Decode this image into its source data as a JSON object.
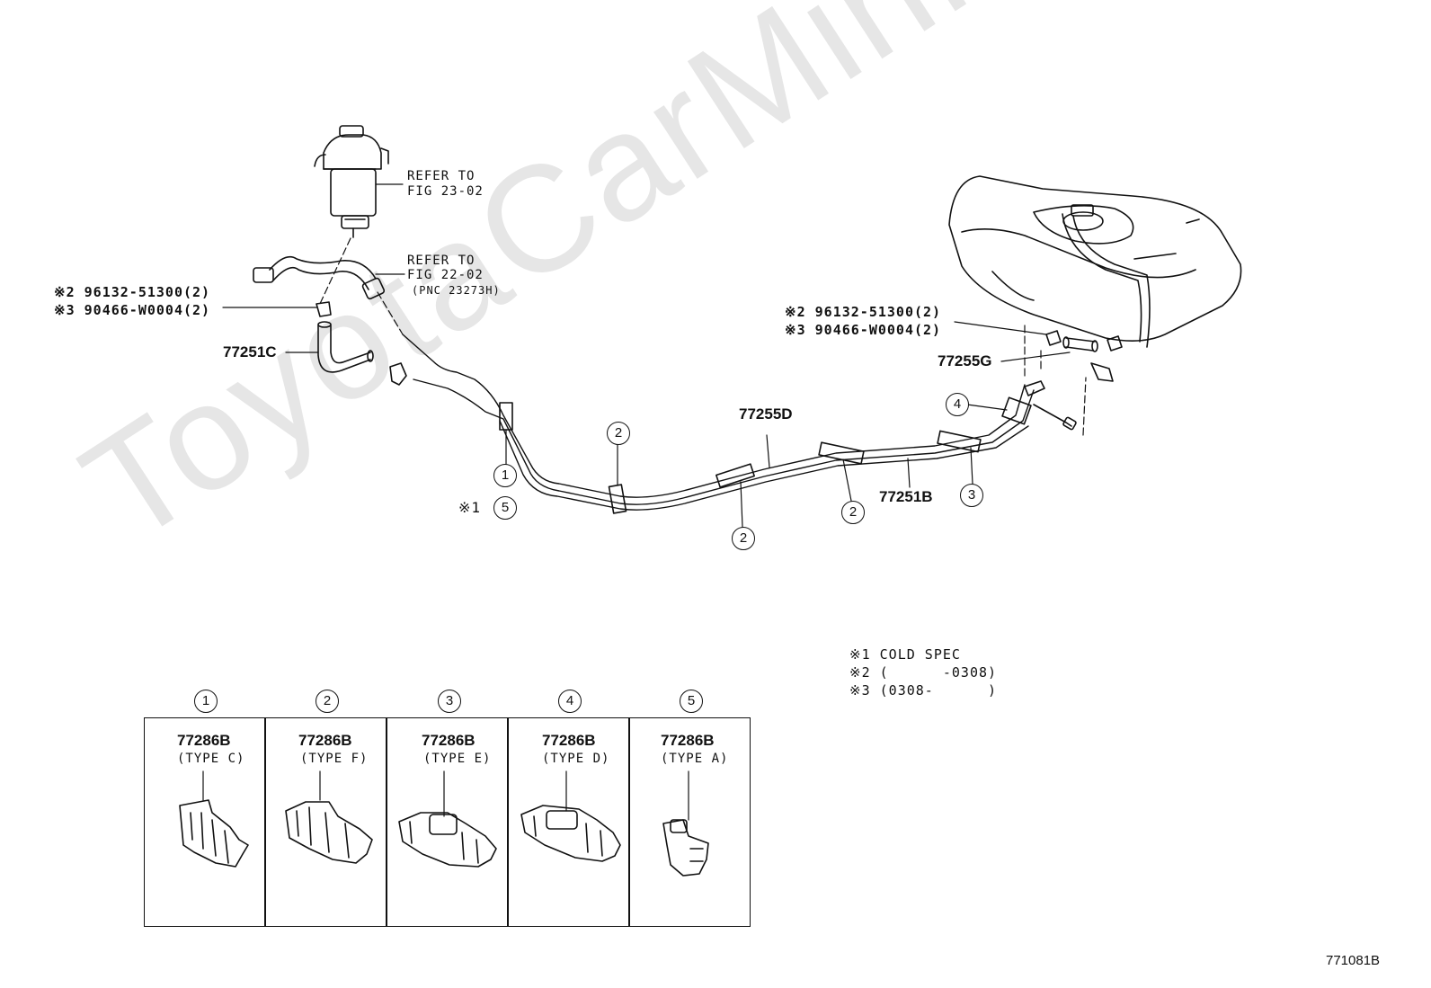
{
  "watermark": "ToyotaCarMini.ru",
  "diagram_id": "771081B",
  "refer_labels": [
    {
      "line1": "REFER TO",
      "line2": "FIG 23-02"
    },
    {
      "line1": "REFER TO",
      "line2": "FIG 22-02",
      "line3": "(PNC 23273H)"
    }
  ],
  "left_callouts": {
    "line1": "※2 96132-51300(2)",
    "line2": "※3 90466-W0004(2)"
  },
  "right_callouts": {
    "line1": "※2 96132-51300(2)",
    "line2": "※3 90466-W0004(2)"
  },
  "part_labels": {
    "p77251C": "77251C",
    "p77255D": "77255D",
    "p77255G": "77255G",
    "p77251B": "77251B"
  },
  "cold_spec_prefix": "※1",
  "circle_numbers": [
    "1",
    "2",
    "3",
    "4",
    "5"
  ],
  "notes": [
    "※1 COLD SPEC",
    "※2 (      -0308)",
    "※3 (0308-      )"
  ],
  "clamp_boxes": [
    {
      "num": "1",
      "part": "77286B",
      "type": "(TYPE C)"
    },
    {
      "num": "2",
      "part": "77286B",
      "type": "(TYPE F)"
    },
    {
      "num": "3",
      "part": "77286B",
      "type": "(TYPE E)"
    },
    {
      "num": "4",
      "part": "77286B",
      "type": "(TYPE D)"
    },
    {
      "num": "5",
      "part": "77286B",
      "type": "(TYPE A)"
    }
  ]
}
